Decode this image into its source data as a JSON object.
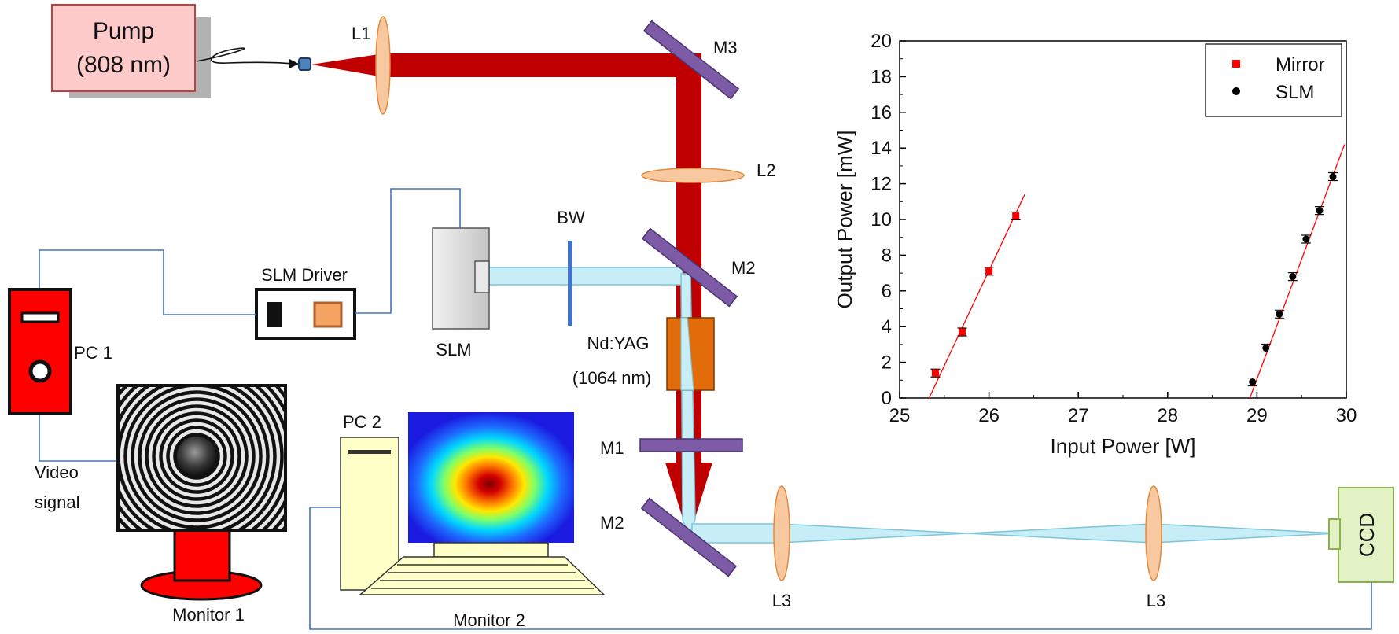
{
  "setup": {
    "pump_label": "Pump",
    "pump_wavelength": "(808 nm)",
    "labels": {
      "L1": "L1",
      "L2": "L2",
      "L3a": "L3",
      "L3b": "L3",
      "M3": "M3",
      "M2_upper": "M2",
      "M2_lower": "M2",
      "M1": "M1",
      "BW": "BW",
      "SLM": "SLM",
      "slm_driver": "SLM Driver",
      "nd_yag": "Nd:YAG",
      "nd_yag_wavelength": "(1064 nm)",
      "pc1": "PC 1",
      "pc2": "PC 2",
      "monitor1": "Monitor 1",
      "monitor2": "Monitor 2",
      "video": "Video",
      "signal": "signal",
      "ccd": "CCD"
    },
    "colors": {
      "pump_beam": "#c00000",
      "ir_beam": "#c7eef6",
      "ir_beam_edge": "#7cc5d8",
      "mirror": "#7d5ba6",
      "lens": "#f8c9a0",
      "pc1": "#ff0000",
      "pc2": "#ffffc8",
      "ccd": "#e3f2c4",
      "crystal": "#e36c0a",
      "cable": "#4472c4"
    }
  },
  "chart_data": {
    "type": "scatter",
    "xlabel": "Input Power [W]",
    "ylabel": "Output Power [mW]",
    "xlim": [
      25,
      30
    ],
    "ylim": [
      0,
      20
    ],
    "x_ticks": [
      "25",
      "26",
      "27",
      "28",
      "29",
      "30"
    ],
    "y_ticks": [
      "0",
      "2",
      "4",
      "6",
      "8",
      "10",
      "12",
      "14",
      "16",
      "18",
      "20"
    ],
    "legend_position": "top-right",
    "grid": false,
    "series": [
      {
        "name": "Mirror",
        "color": "#ff0000",
        "marker": "square",
        "x": [
          25.4,
          25.7,
          26.0,
          26.3
        ],
        "y": [
          1.4,
          3.7,
          7.1,
          10.2
        ],
        "fit": {
          "x": [
            25.33,
            26.4
          ],
          "y": [
            0,
            11.4
          ]
        }
      },
      {
        "name": "SLM",
        "color": "#000000",
        "marker": "circle",
        "x": [
          28.95,
          29.1,
          29.25,
          29.4,
          29.55,
          29.7,
          29.85
        ],
        "y": [
          0.9,
          2.8,
          4.7,
          6.8,
          8.9,
          10.5,
          12.4
        ],
        "fit": {
          "x": [
            28.92,
            29.98
          ],
          "y": [
            0,
            14.2
          ]
        }
      }
    ]
  }
}
